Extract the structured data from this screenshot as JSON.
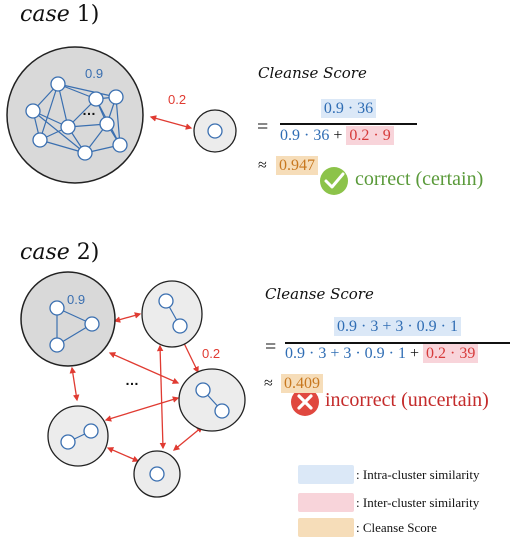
{
  "case1": {
    "title_word": "case",
    "title_suffix": " 1)",
    "intra_label": "0.9",
    "inter_label": "0.2",
    "dots": "…",
    "score_title": "Cleanse Score",
    "eq_sign": "=",
    "num": "0.9 · 36",
    "den_blue": "0.9 · 36",
    "den_plus": " + ",
    "den_red": "0.2 · 9",
    "approx": "≈",
    "result": "0.947",
    "verdict": "correct (certain)"
  },
  "case2": {
    "title_word": "case",
    "title_suffix": " 2)",
    "intra_label": "0.9",
    "inter_label": "0.2",
    "dots": "…",
    "score_title": "Cleanse Score",
    "eq_sign": "=",
    "num": "0.9 · 3 + 3 · 0.9 · 1",
    "den_blue": "0.9 · 3 + 3 · 0.9 · 1",
    "den_plus": " + ",
    "den_red": "0.2 · 39",
    "approx": "≈",
    "result": "0.409",
    "verdict": "incorrect (uncertain)"
  },
  "legend": {
    "intra": ": Intra-cluster similarity",
    "inter": ": Inter-cluster similarity",
    "score": ": Cleanse Score"
  },
  "colors": {
    "intra_blue": "#2f6db4",
    "inter_red": "#e03b32",
    "score_orange": "#f6ddb9",
    "correct_green": "#5a9a3a",
    "incorrect_red": "#c42b2b"
  }
}
